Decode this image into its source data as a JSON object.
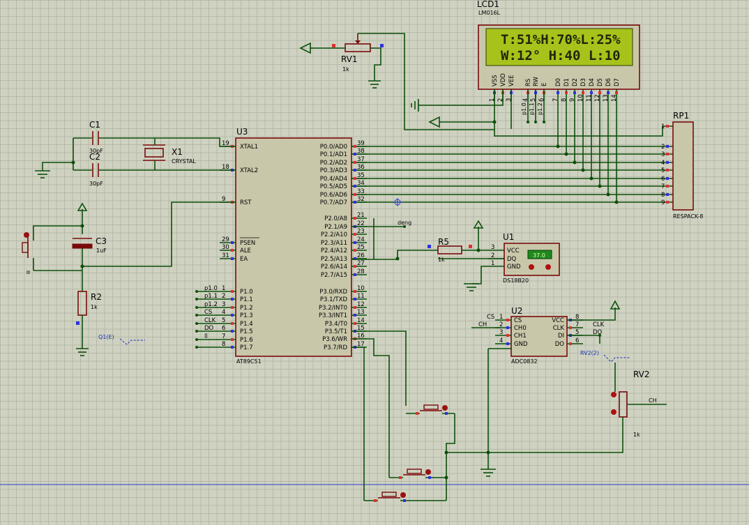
{
  "lcd": {
    "ref": "LCD1",
    "part": "LM016L",
    "line1": "T:51%H:70%L:25%",
    "line2": "W:12° H:40 L:10",
    "pins": [
      "VSS",
      "VDD",
      "VEE",
      "RS",
      "RW",
      "E",
      "D0",
      "D1",
      "D2",
      "D3",
      "D4",
      "D5",
      "D6",
      "D7"
    ],
    "pin_numbers": [
      "1",
      "2",
      "3",
      "4",
      "5",
      "6",
      "7",
      "8",
      "9",
      "10",
      "11",
      "12",
      "13",
      "14"
    ],
    "nets": [
      "p1.0",
      "p1.1",
      "p1.2"
    ]
  },
  "rv1": {
    "ref": "RV1",
    "value": "1k"
  },
  "rv2": {
    "ref": "RV2",
    "value": "1k",
    "net": "CH",
    "probe": "RV2(2)"
  },
  "c1": {
    "ref": "C1",
    "value": "30pF"
  },
  "c2": {
    "ref": "C2",
    "value": "30pF"
  },
  "c3": {
    "ref": "C3",
    "value": "1uF"
  },
  "x1": {
    "ref": "X1",
    "value": "CRYSTAL"
  },
  "r2": {
    "ref": "R2",
    "value": "1k"
  },
  "r5": {
    "ref": "R5",
    "value": "1k"
  },
  "probe_q1": "Q1(E)",
  "u3": {
    "ref": "U3",
    "part": "AT89C51",
    "left_pins": [
      {
        "name": "XTAL1",
        "num": "19"
      },
      {
        "name": "XTAL2",
        "num": "18"
      },
      {
        "name": "RST",
        "num": "9"
      },
      {
        "name": "PSEN",
        "num": "29"
      },
      {
        "name": "ALE",
        "num": "30"
      },
      {
        "name": "EA",
        "num": "31"
      },
      {
        "name": "P1.0",
        "num": "1",
        "net": "p1.0"
      },
      {
        "name": "P1.1",
        "num": "2",
        "net": "p1.1"
      },
      {
        "name": "P1.2",
        "num": "3",
        "net": "p1.2"
      },
      {
        "name": "P1.3",
        "num": "4",
        "net": "CS"
      },
      {
        "name": "P1.4",
        "num": "5",
        "net": "CLK"
      },
      {
        "name": "P1.5",
        "num": "6",
        "net": "DO"
      },
      {
        "name": "P1.6",
        "num": "7",
        "net": "ll"
      },
      {
        "name": "P1.7",
        "num": "8",
        "net": ""
      }
    ],
    "right_pins": [
      {
        "name": "P0.0/AD0",
        "num": "39"
      },
      {
        "name": "P0.1/AD1",
        "num": "38"
      },
      {
        "name": "P0.2/AD2",
        "num": "37"
      },
      {
        "name": "P0.3/AD3",
        "num": "36"
      },
      {
        "name": "P0.4/AD4",
        "num": "35"
      },
      {
        "name": "P0.5/AD5",
        "num": "34"
      },
      {
        "name": "P0.6/AD6",
        "num": "33"
      },
      {
        "name": "P0.7/AD7",
        "num": "32"
      },
      {
        "name": "P2.0/A8",
        "num": "21"
      },
      {
        "name": "P2.1/A9",
        "num": "22"
      },
      {
        "name": "P2.2/A10",
        "num": "23"
      },
      {
        "name": "P2.3/A11",
        "num": "24"
      },
      {
        "name": "P2.4/A12",
        "num": "25"
      },
      {
        "name": "P2.5/A13",
        "num": "26"
      },
      {
        "name": "P2.6/A14",
        "num": "27"
      },
      {
        "name": "P2.7/A15",
        "num": "28"
      },
      {
        "name": "P3.0/RXD",
        "num": "10"
      },
      {
        "name": "P3.1/TXD",
        "num": "11"
      },
      {
        "name": "P3.2/INT0",
        "num": "12"
      },
      {
        "name": "P3.3/INT1",
        "num": "13"
      },
      {
        "name": "P3.4/T0",
        "num": "14"
      },
      {
        "name": "P3.5/T1",
        "num": "15"
      },
      {
        "name": "P3.6/WR",
        "num": "16"
      },
      {
        "name": "P3.7/RD",
        "num": "17"
      }
    ],
    "deng": "deng"
  },
  "rp1": {
    "ref": "RP1",
    "part": "RESPACK-8",
    "pins": [
      "1",
      "2",
      "3",
      "4",
      "5",
      "6",
      "7",
      "8",
      "9"
    ]
  },
  "u1": {
    "ref": "U1",
    "part": "DS18B20",
    "temp": "37.0",
    "pins": [
      {
        "name": "VCC",
        "num": "3"
      },
      {
        "name": "DQ",
        "num": "2"
      },
      {
        "name": "GND",
        "num": "1"
      }
    ]
  },
  "u2": {
    "ref": "U2",
    "part": "ADC0832",
    "left": [
      {
        "name": "CS",
        "num": "1",
        "net": "CS"
      },
      {
        "name": "CH0",
        "num": "2",
        "net": "CH"
      },
      {
        "name": "CH1",
        "num": "3",
        "net": ""
      },
      {
        "name": "GND",
        "num": "4",
        "net": ""
      }
    ],
    "right": [
      {
        "name": "VCC",
        "num": "8",
        "net": ""
      },
      {
        "name": "CLK",
        "num": "7",
        "net": "CLK"
      },
      {
        "name": "DI",
        "num": "5",
        "net": "DO"
      },
      {
        "name": "DO",
        "num": "6",
        "net": ""
      }
    ]
  }
}
